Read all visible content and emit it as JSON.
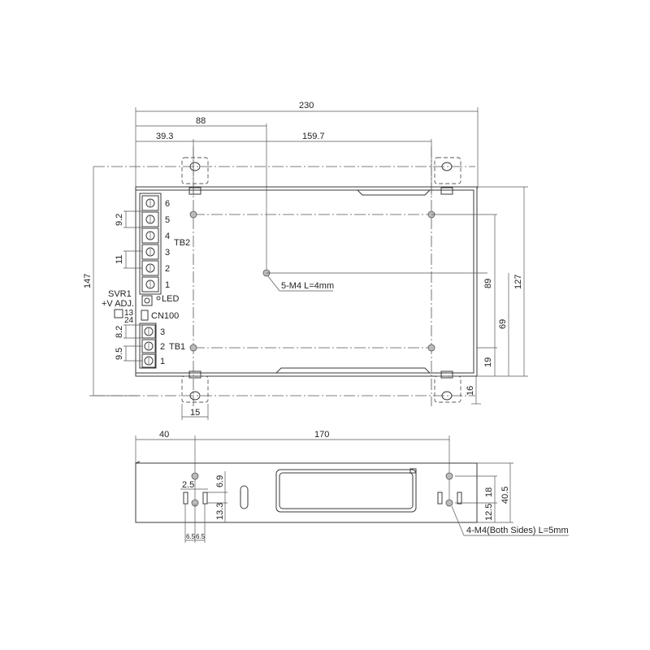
{
  "top_view": {
    "dims": {
      "overall_width": "230",
      "to_center_hole": "88",
      "left_to_bracket_hole": "39.3",
      "bracket_hole_spacing": "159.7",
      "overall_height": "147",
      "mounting_height": "127",
      "hole_v_spacing": "89",
      "hole_v_offset": "69",
      "bottom_offset": "19",
      "bracket_depth": "16",
      "bracket_width": "15",
      "tb2_pitch": "9.2",
      "tb2_pitch_b": "11",
      "tb1_pitch": "8.2",
      "tb1_pitch_b": "9.5"
    },
    "callout": "5-M4 L=4mm",
    "tb2": {
      "label": "TB2",
      "pins": [
        "6",
        "5",
        "4",
        "3",
        "2",
        "1"
      ]
    },
    "tb1": {
      "label": "TB1",
      "pins": [
        "3",
        "2",
        "1"
      ]
    },
    "svr": {
      "line1": "SVR1",
      "line2": "+V ADJ."
    },
    "led": "LED",
    "cn100": {
      "label": "CN100",
      "row1": "13",
      "row2": "24"
    }
  },
  "side_view": {
    "dims": {
      "left_offset": "40",
      "hole_spacing": "170",
      "height": "40.5",
      "hole_v_spacing": "18",
      "hole_bottom": "12.5",
      "slot_gap": "2.5",
      "slot_top": "6.9",
      "slot_bottom": "13.3",
      "slot_left": "6.5",
      "slot_right": "6.5"
    },
    "callout": "4-M4(Both Sides) L=5mm"
  }
}
